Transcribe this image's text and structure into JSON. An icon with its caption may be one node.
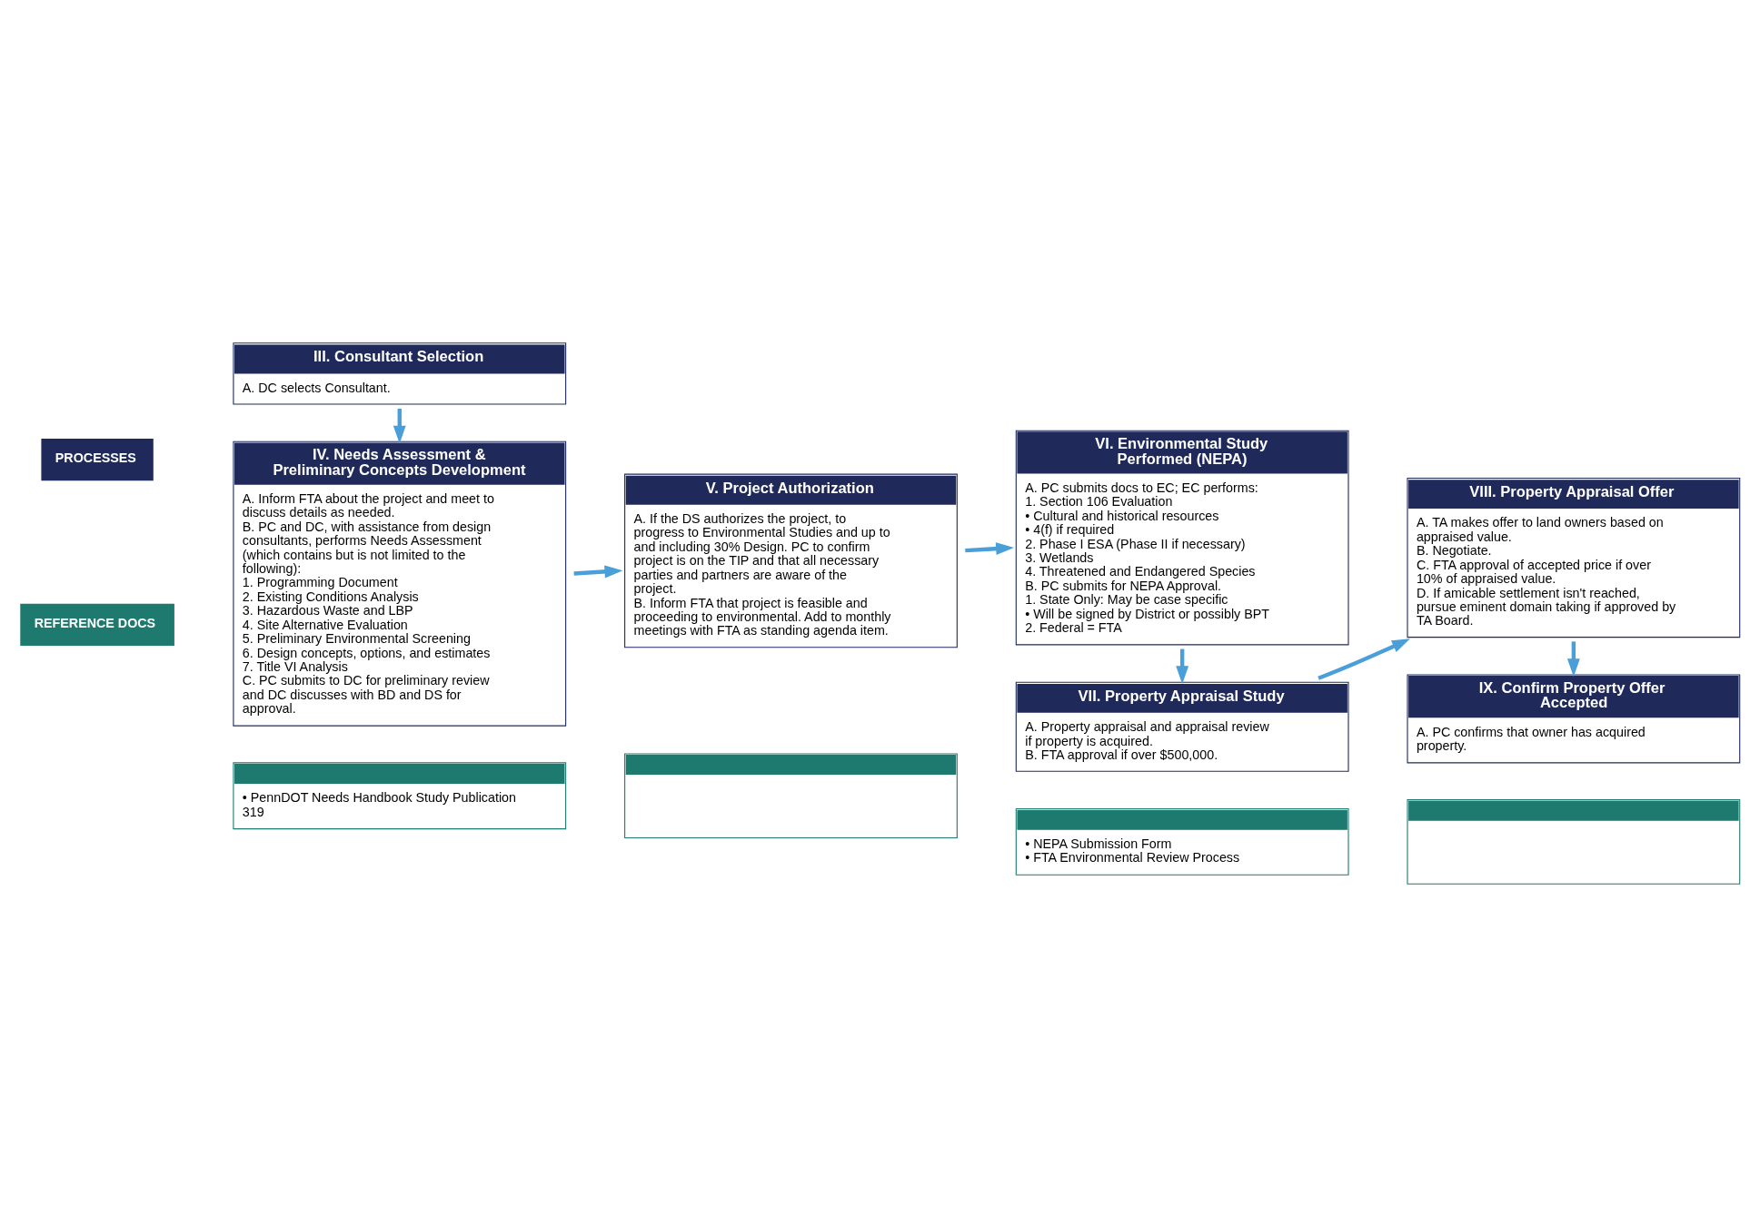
{
  "diagram": {
    "nodes": [
      {
        "text": [
          "PROCESSES"
        ]
      },
      {
        "text": [
          "REFERENCE DOCS"
        ]
      },
      {
        "text": [
          "III. Consultant Selection",
          "A. DC selects Consultant."
        ]
      },
      {
        "text": [
          "IV. Needs Assessment & Preliminary Concepts Development",
          "A. Inform FTA about the project and meet to discuss details as needed.",
          "B. PC and DC, with assistance from design consultants, performs Needs Assessment (which contains but is not limited to the following):",
          "1. Programming Document",
          "2. Existing Conditions Analysis",
          "3. Hazardous Waste and LBP",
          "4. Site Alternative Evaluation",
          "5. Preliminary Environmental Screening",
          "6. Design concepts, options, and estimates",
          "7. Title VI Analysis",
          "C. PC submits to DC for preliminary review and DC discusses with BD and DS for approval."
        ]
      },
      {
        "text": [
          "V. Project Authorization",
          "A. If the DS authorizes the project, to progress to Environmental Studies and up to and including 30% Design. PC to confirm project is on the TIP and that all necessary parties and partners are aware of the project.",
          "B. Inform FTA that project is feasible and proceeding to environmental. Add to monthly meetings with FTA as standing agenda item."
        ]
      },
      {
        "text": [
          "VI. Environmental Study Performed (NEPA)",
          "A. PC submits docs to EC; EC performs:",
          "1. Section 106 Evaluation",
          "• Cultural and historical resources",
          "• 4(f) if required",
          "2. Phase I ESA (Phase II if necessary)",
          "3. Wetlands",
          "4. Threatened and Endangered Species",
          "B. PC submits for NEPA Approval.",
          "1. State Only: May be case specific",
          "• Will be signed by District or possibly BPT",
          "2. Federal = FTA"
        ]
      },
      {
        "text": [
          "VII. Property Appraisal Study",
          "A. Property appraisal and appraisal review if property is acquired.",
          "B. FTA approval if over $500,000."
        ]
      },
      {
        "text": [
          "VIII. Property Appraisal Offer",
          "A. TA makes offer to land owners based on appraised value.",
          "B. Negotiate.",
          "C. FTA approval of accepted price if over 10% of appraised value.",
          "D. If amicable settlement isn't reached, pursue eminent domain taking if approved by TA Board."
        ]
      },
      {
        "text": [
          "IX. Confirm Property Offer Accepted",
          "A. PC confirms that owner has acquired property."
        ]
      },
      {
        "text": [
          "• PennDOT Needs Handbook Study Publication 319"
        ]
      },
      {
        "text": [],
        "shape": "box"
      },
      {
        "text": [
          "• NEPA Submission Form",
          "• FTA Environmental Review Process"
        ]
      },
      {
        "text": [],
        "shape": "box"
      }
    ],
    "edges": [
      {
        "from": 2,
        "to": 3,
        "arrow": "to"
      },
      {
        "from": 3,
        "to": 4,
        "arrow": "to"
      },
      {
        "from": 4,
        "to": 5,
        "arrow": "to"
      },
      {
        "from": 5,
        "to": 6,
        "arrow": "to"
      },
      {
        "from": 6,
        "to": 7,
        "arrow": "to"
      },
      {
        "from": 7,
        "to": 8,
        "arrow": "to"
      }
    ]
  }
}
